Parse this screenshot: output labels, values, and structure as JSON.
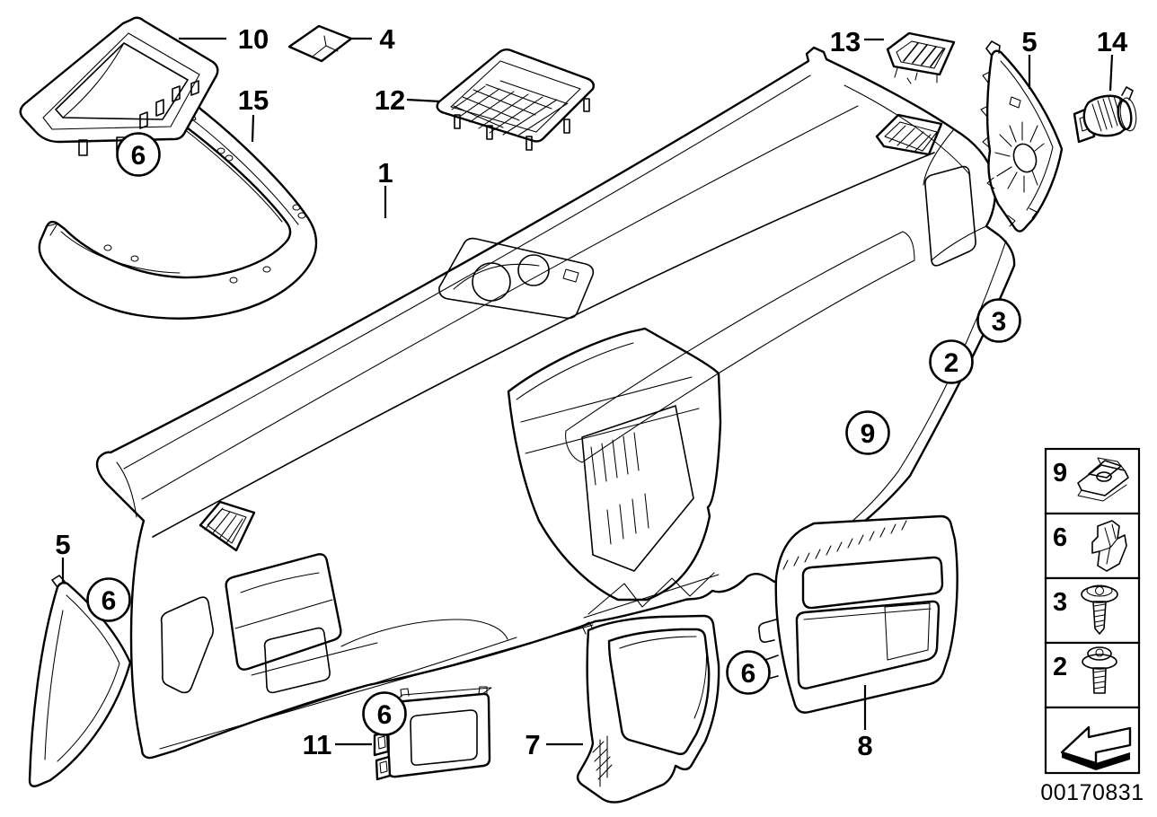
{
  "diagram": {
    "type": "exploded-parts-drawing",
    "subject": "instrument panel / dashboard trim",
    "background": "#ffffff",
    "line_color": "#000000"
  },
  "callouts": [
    {
      "label": "10"
    },
    {
      "label": "4"
    },
    {
      "label": "15"
    },
    {
      "label": "12"
    },
    {
      "label": "1"
    },
    {
      "label": "13"
    },
    {
      "label": "5"
    },
    {
      "label": "14"
    },
    {
      "label": "5"
    },
    {
      "label": "11"
    },
    {
      "label": "7"
    },
    {
      "label": "8"
    }
  ],
  "circled_callouts": [
    {
      "label": "6"
    },
    {
      "label": "6"
    },
    {
      "label": "6"
    },
    {
      "label": "6"
    },
    {
      "label": "3"
    },
    {
      "label": "2"
    },
    {
      "label": "9"
    }
  ],
  "legend": {
    "items": [
      {
        "label": "9",
        "icon": "clip-nut-icon"
      },
      {
        "label": "6",
        "icon": "spring-clip-icon"
      },
      {
        "label": "3",
        "icon": "tapping-screw-icon"
      },
      {
        "label": "2",
        "icon": "collar-screw-icon"
      },
      {
        "label": "",
        "icon": "direction-arrow-icon"
      }
    ]
  },
  "footer": {
    "image_number": "00170831"
  }
}
